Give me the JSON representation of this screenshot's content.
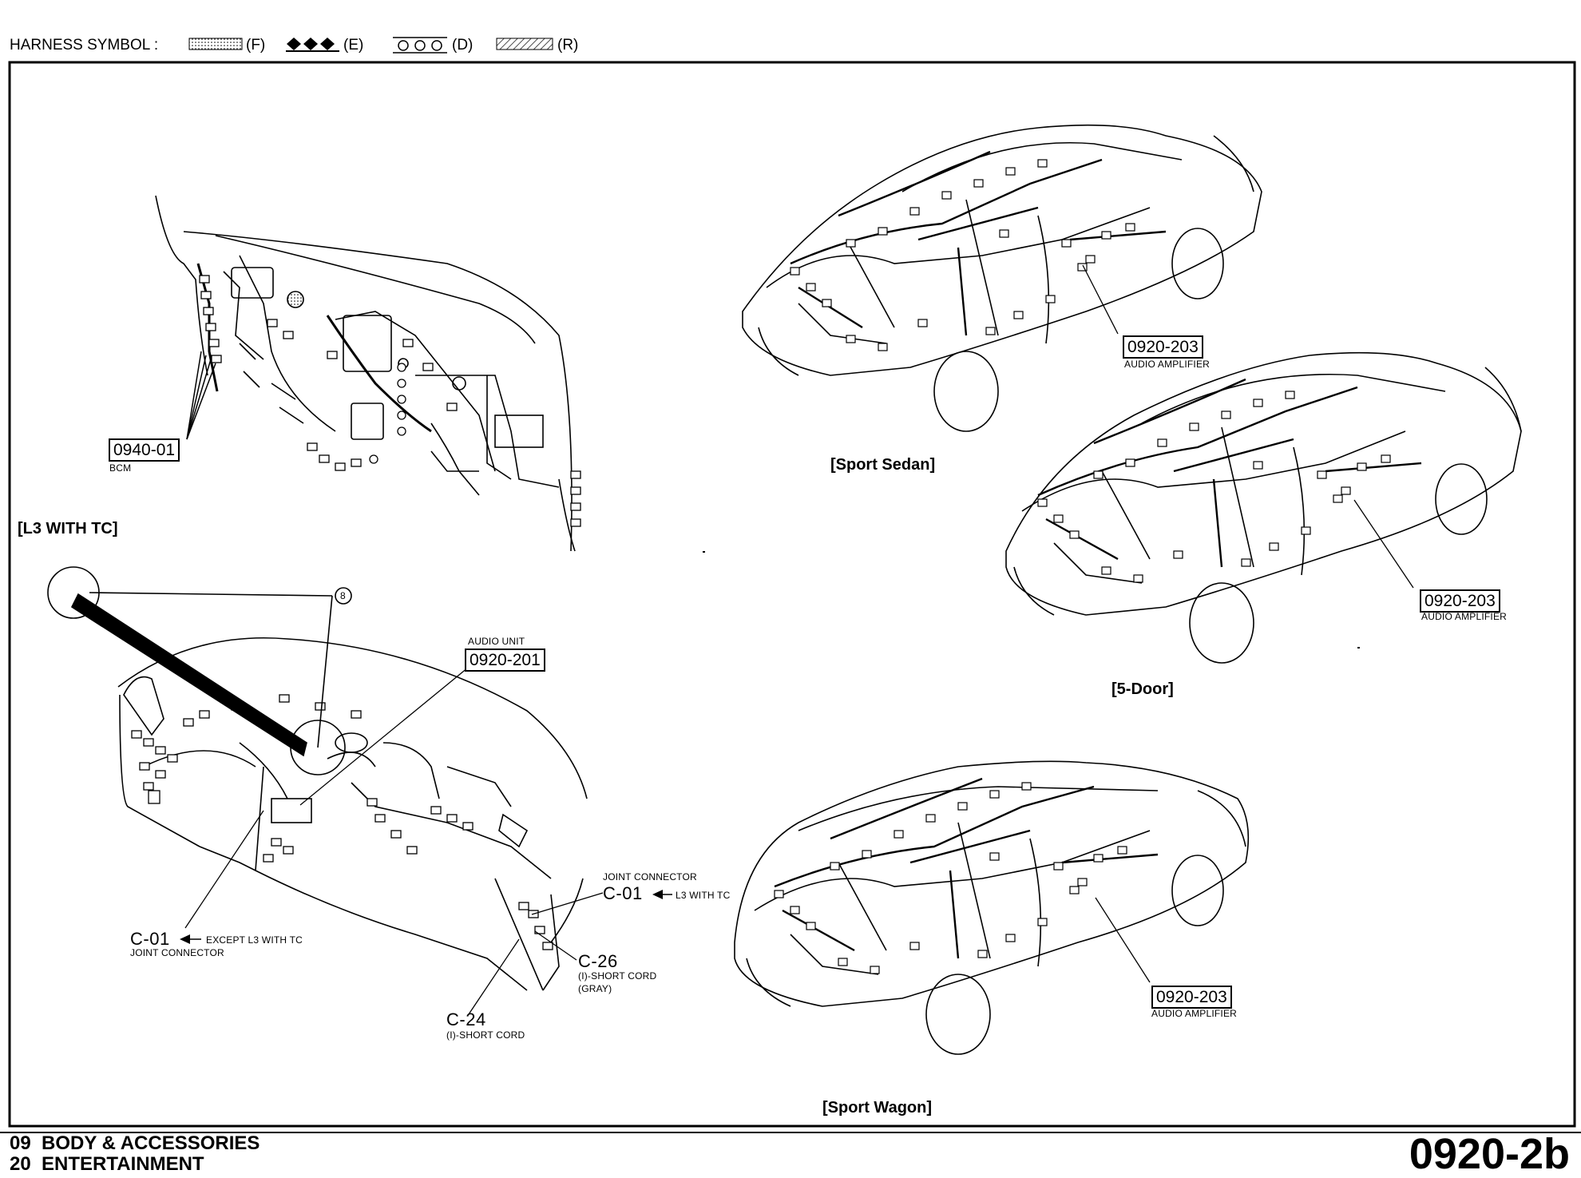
{
  "header": {
    "harness_symbol_label": "HARNESS SYMBOL :",
    "symbols": [
      {
        "code": "(F)",
        "pattern": "dotted-fill"
      },
      {
        "code": "(E)",
        "pattern": "diamonds"
      },
      {
        "code": "(D)",
        "pattern": "circles"
      },
      {
        "code": "(R)",
        "pattern": "hatched"
      }
    ]
  },
  "left_top": {
    "bcm_code": "0940-01",
    "bcm_label": "BCM",
    "variant_label": "[L3 WITH TC]"
  },
  "left_bottom": {
    "callout_number": "8",
    "audio_unit_label": "AUDIO UNIT",
    "audio_unit_code": "0920-201",
    "joint_connector_top_label": "JOINT CONNECTOR",
    "c01_right_code": "C-01",
    "c01_right_note": "L3 WITH TC",
    "c01_left_code": "C-01",
    "c01_left_note": "EXCEPT L3 WITH TC",
    "c01_left_sub": "JOINT CONNECTOR",
    "c26_code": "C-26",
    "c26_line1": "(I)-SHORT CORD",
    "c26_line2": "(GRAY)",
    "c24_code": "C-24",
    "c24_line1": "(I)-SHORT CORD"
  },
  "vehicles": [
    {
      "name": "[Sport Sedan]",
      "code": "0920-203",
      "label": "AUDIO AMPLIFIER"
    },
    {
      "name": "[5-Door]",
      "code": "0920-203",
      "label": "AUDIO AMPLIFIER"
    },
    {
      "name": "[Sport Wagon]",
      "code": "0920-203",
      "label": "AUDIO AMPLIFIER"
    }
  ],
  "footer": {
    "section_line1": "09  BODY & ACCESSORIES",
    "section_line2": "20  ENTERTAINMENT",
    "page_code": "0920-2b"
  },
  "colors": {
    "ink": "#000000",
    "paper": "#ffffff"
  }
}
